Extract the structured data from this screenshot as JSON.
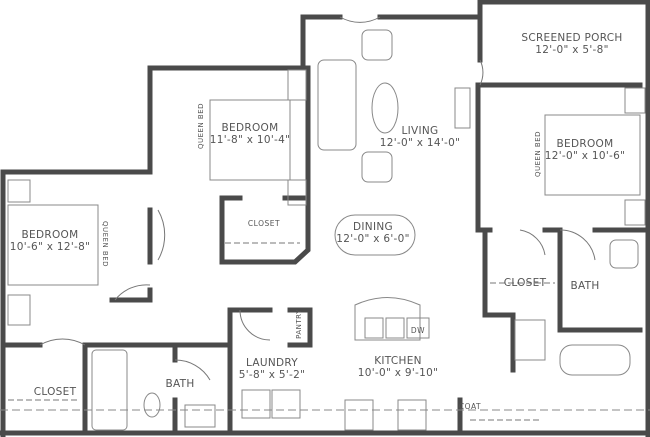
{
  "colors": {
    "wall": "#4a4a4a",
    "line": "#777777",
    "fixture": "#888888"
  },
  "rooms": {
    "porch": {
      "name": "SCREENED PORCH",
      "dims": "12'-0\" x 5'-8\""
    },
    "bedroom_center": {
      "name": "BEDROOM",
      "dims": "11'-8\" x 10'-4\"",
      "bed": "QUEEN BED"
    },
    "living": {
      "name": "LIVING",
      "dims": "12'-0\" x 14'-0\""
    },
    "bedroom_right": {
      "name": "BEDROOM",
      "dims": "12'-0\" x 10'-6\"",
      "bed": "QUEEN BED"
    },
    "bedroom_left": {
      "name": "BEDROOM",
      "dims": "10'-6\" x 12'-8\"",
      "bed": "QUEEN BED"
    },
    "dining": {
      "name": "DINING",
      "dims": "12'-0\" x 6'-0\""
    },
    "closet_center": {
      "name": "CLOSET"
    },
    "closet_right": {
      "name": "CLOSET"
    },
    "bath_right": {
      "name": "BATH"
    },
    "closet_left": {
      "name": "CLOSET"
    },
    "bath_left": {
      "name": "BATH"
    },
    "laundry": {
      "name": "LAUNDRY",
      "dims": "5'-8\" x 5'-2\""
    },
    "pantry": {
      "name": "PANTRY"
    },
    "kitchen": {
      "name": "KITCHEN",
      "dims": "10'-0\" x 9'-10\""
    },
    "dishwasher": {
      "name": "DW"
    },
    "coat": {
      "name": "COAT"
    }
  }
}
